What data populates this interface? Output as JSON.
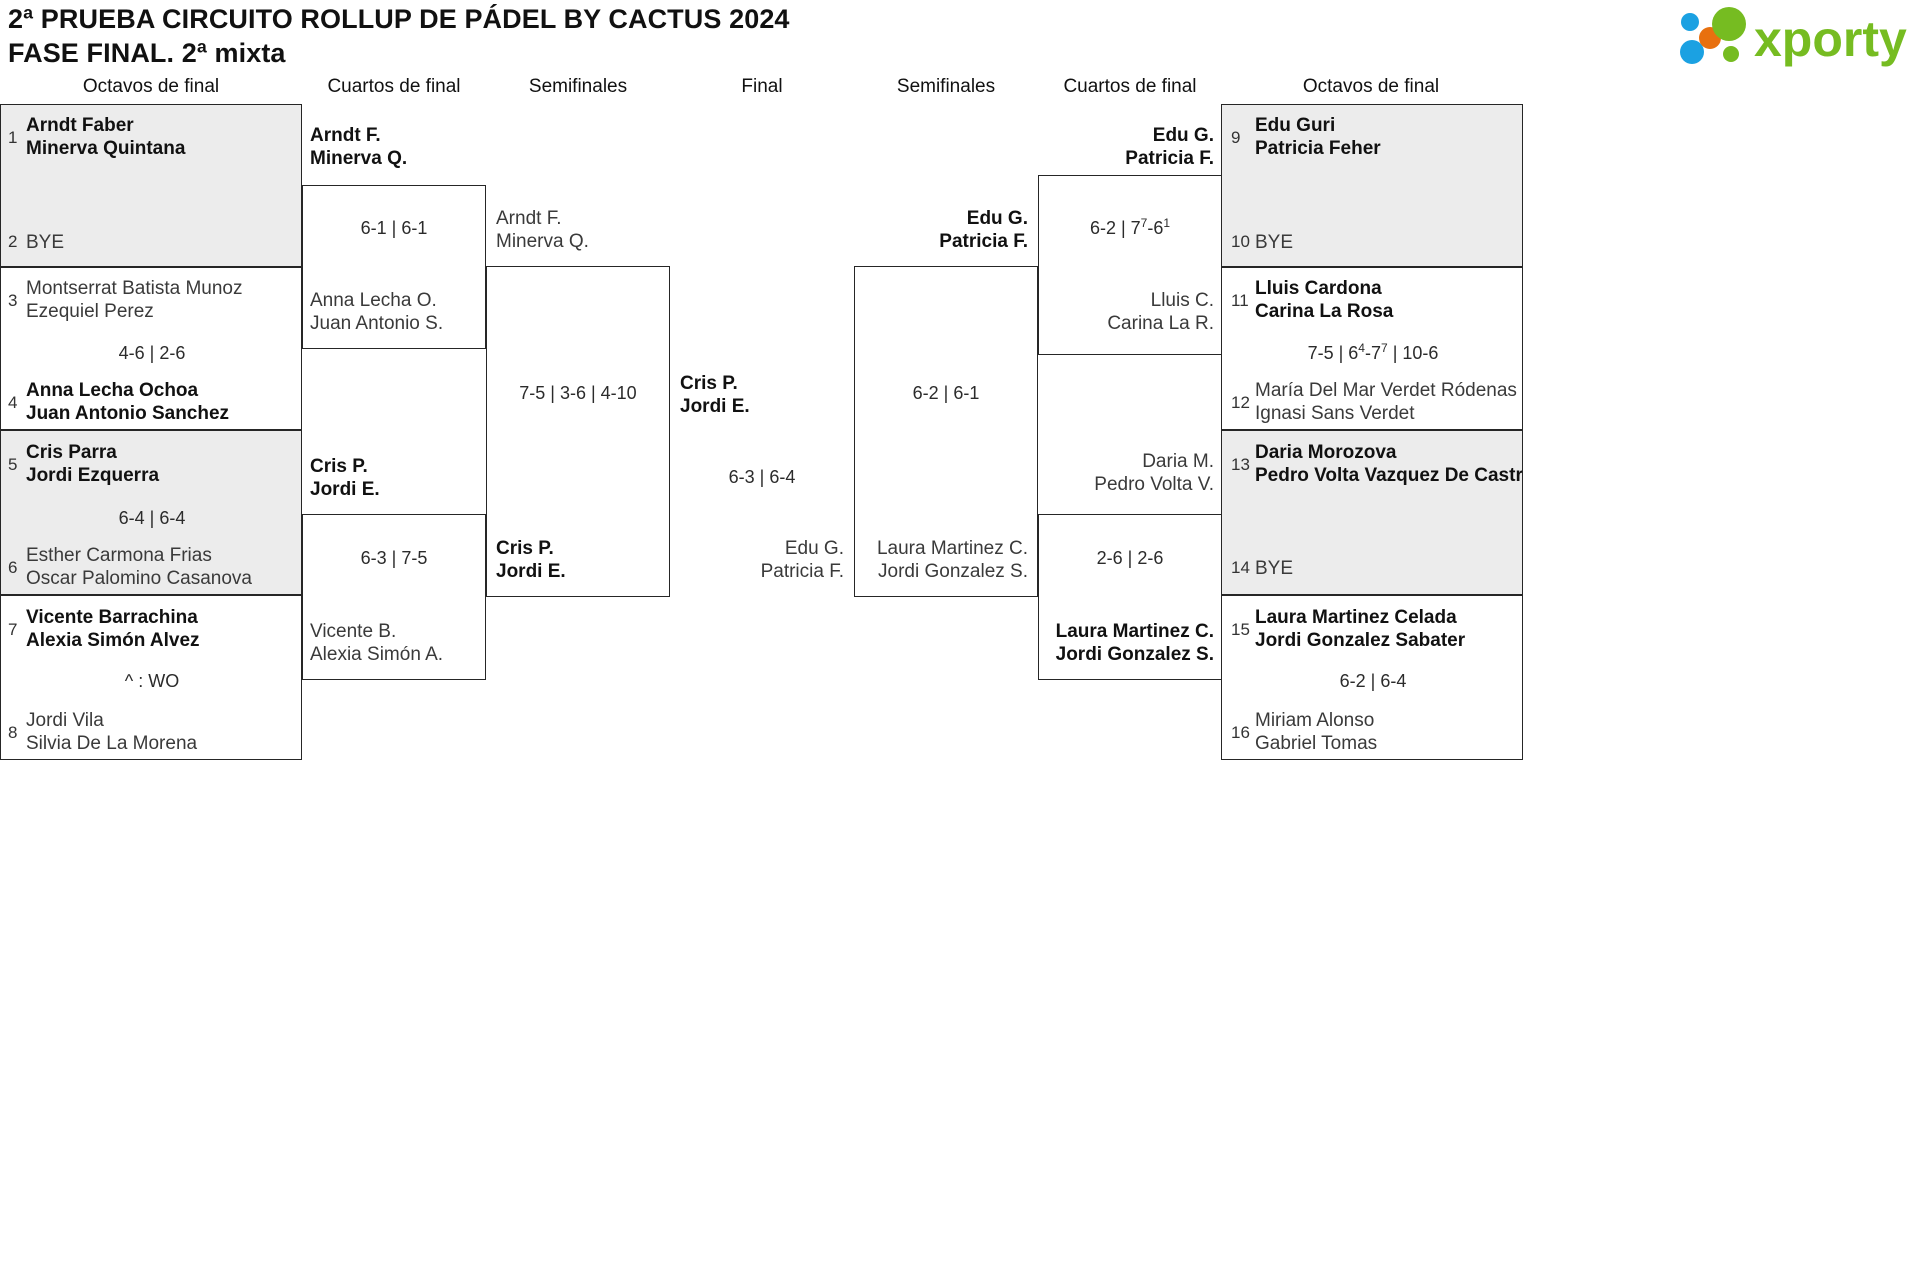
{
  "header": {
    "title_line1": "2ª PRUEBA CIRCUITO ROLLUP DE PÁDEL BY CACTUS 2024",
    "title_line2": "FASE FINAL. 2ª mixta",
    "logo_text": "xporty",
    "logo_colors": {
      "green": "#76bc21",
      "orange": "#e8700f",
      "blue": "#1ba1e2"
    }
  },
  "round_headers": [
    {
      "label": "Octavos de final"
    },
    {
      "label": "Cuartos de final"
    },
    {
      "label": "Semifinales"
    },
    {
      "label": "Final"
    },
    {
      "label": "Semifinales"
    },
    {
      "label": "Cuartos de final"
    },
    {
      "label": "Octavos de final"
    }
  ],
  "left": {
    "r16": [
      {
        "seed": "1",
        "p1": "Arndt Faber",
        "p2": "Minerva Quintana",
        "winner": true,
        "shaded": true,
        "bye": false
      },
      {
        "seed": "2",
        "p1": "BYE",
        "p2": "",
        "winner": false,
        "shaded": true,
        "bye": true
      },
      {
        "seed": "3",
        "p1": "Montserrat Batista Munoz",
        "p2": "Ezequiel Perez",
        "winner": false,
        "shaded": false,
        "bye": false
      },
      {
        "seed": "4",
        "p1": "Anna Lecha Ochoa",
        "p2": "Juan Antonio Sanchez",
        "winner": true,
        "shaded": false,
        "bye": false
      },
      {
        "seed": "5",
        "p1": "Cris Parra",
        "p2": "Jordi Ezquerra",
        "winner": true,
        "shaded": true,
        "bye": false
      },
      {
        "seed": "6",
        "p1": "Esther Carmona Frias",
        "p2": "Oscar Palomino Casanova",
        "winner": false,
        "shaded": true,
        "bye": false
      },
      {
        "seed": "7",
        "p1": "Vicente Barrachina",
        "p2": "Alexia Simón Alvez",
        "winner": true,
        "shaded": false,
        "bye": false
      },
      {
        "seed": "8",
        "p1": "Jordi Vila",
        "p2": "Silvia De La Morena",
        "winner": false,
        "shaded": false,
        "bye": false
      }
    ],
    "r16_scores": [
      "",
      "4-6 | 2-6",
      "6-4 | 6-4",
      "^ : WO"
    ],
    "qf": [
      {
        "p1": "Arndt F.",
        "p2": "Minerva Q.",
        "winner": true
      },
      {
        "p1": "Anna Lecha O.",
        "p2": "Juan Antonio S.",
        "winner": false
      },
      {
        "p1": "Cris P.",
        "p2": "Jordi E.",
        "winner": true
      },
      {
        "p1": "Vicente B.",
        "p2": "Alexia Simón A.",
        "winner": false
      }
    ],
    "qf_scores": [
      "6-1 | 6-1",
      "6-3 | 7-5"
    ],
    "sf": [
      {
        "p1": "Arndt F.",
        "p2": "Minerva Q.",
        "winner": false
      },
      {
        "p1": "Cris P.",
        "p2": "Jordi E.",
        "winner": true
      }
    ],
    "sf_score": "7-5 | 3-6 | 4-10",
    "finalist": {
      "p1": "Cris P.",
      "p2": "Jordi E.",
      "winner": true
    }
  },
  "final": {
    "score": "6-3 | 6-4"
  },
  "right": {
    "finalist": {
      "p1": "Edu G.",
      "p2": "Patricia F.",
      "winner": false
    },
    "sf": [
      {
        "p1": "Edu G.",
        "p2": "Patricia F.",
        "winner": true
      },
      {
        "p1": "Laura Martinez C.",
        "p2": "Jordi Gonzalez S.",
        "winner": false
      }
    ],
    "sf_score": "6-2 | 6-1",
    "qf": [
      {
        "p1": "Edu G.",
        "p2": "Patricia F.",
        "winner": true
      },
      {
        "p1": "Lluis C.",
        "p2": "Carina La R.",
        "winner": false
      },
      {
        "p1": "Daria M.",
        "p2": "Pedro Volta V.",
        "winner": false
      },
      {
        "p1": "Laura Martinez C.",
        "p2": "Jordi Gonzalez S.",
        "winner": true
      }
    ],
    "qf_scores": [
      {
        "text": "6-2 | 7",
        "sup1": "7",
        "mid": "-6",
        "sup2": "1"
      },
      {
        "text": "2-6 | 2-6",
        "sup1": "",
        "mid": "",
        "sup2": ""
      }
    ],
    "r16": [
      {
        "seed": "9",
        "p1": "Edu Guri",
        "p2": "Patricia Feher",
        "winner": true,
        "shaded": true,
        "bye": false
      },
      {
        "seed": "10",
        "p1": "BYE",
        "p2": "",
        "winner": false,
        "shaded": true,
        "bye": true
      },
      {
        "seed": "11",
        "p1": "Lluis Cardona",
        "p2": "Carina La Rosa",
        "winner": true,
        "shaded": false,
        "bye": false
      },
      {
        "seed": "12",
        "p1": "María Del Mar Verdet Ródenas",
        "p2": "Ignasi Sans Verdet",
        "winner": false,
        "shaded": false,
        "bye": false
      },
      {
        "seed": "13",
        "p1": "Daria Morozova",
        "p2": "Pedro Volta Vazquez De Castro",
        "winner": true,
        "shaded": true,
        "bye": false
      },
      {
        "seed": "14",
        "p1": "BYE",
        "p2": "",
        "winner": false,
        "shaded": true,
        "bye": true
      },
      {
        "seed": "15",
        "p1": "Laura Martinez Celada",
        "p2": "Jordi Gonzalez Sabater",
        "winner": true,
        "shaded": false,
        "bye": false
      },
      {
        "seed": "16",
        "p1": "Miriam Alonso",
        "p2": "Gabriel Tomas",
        "winner": false,
        "shaded": false,
        "bye": false
      }
    ],
    "r16_scores": [
      "",
      "7-5 | 6|4|-7|7| | 10-6",
      "",
      "6-2 | 6-4"
    ]
  }
}
